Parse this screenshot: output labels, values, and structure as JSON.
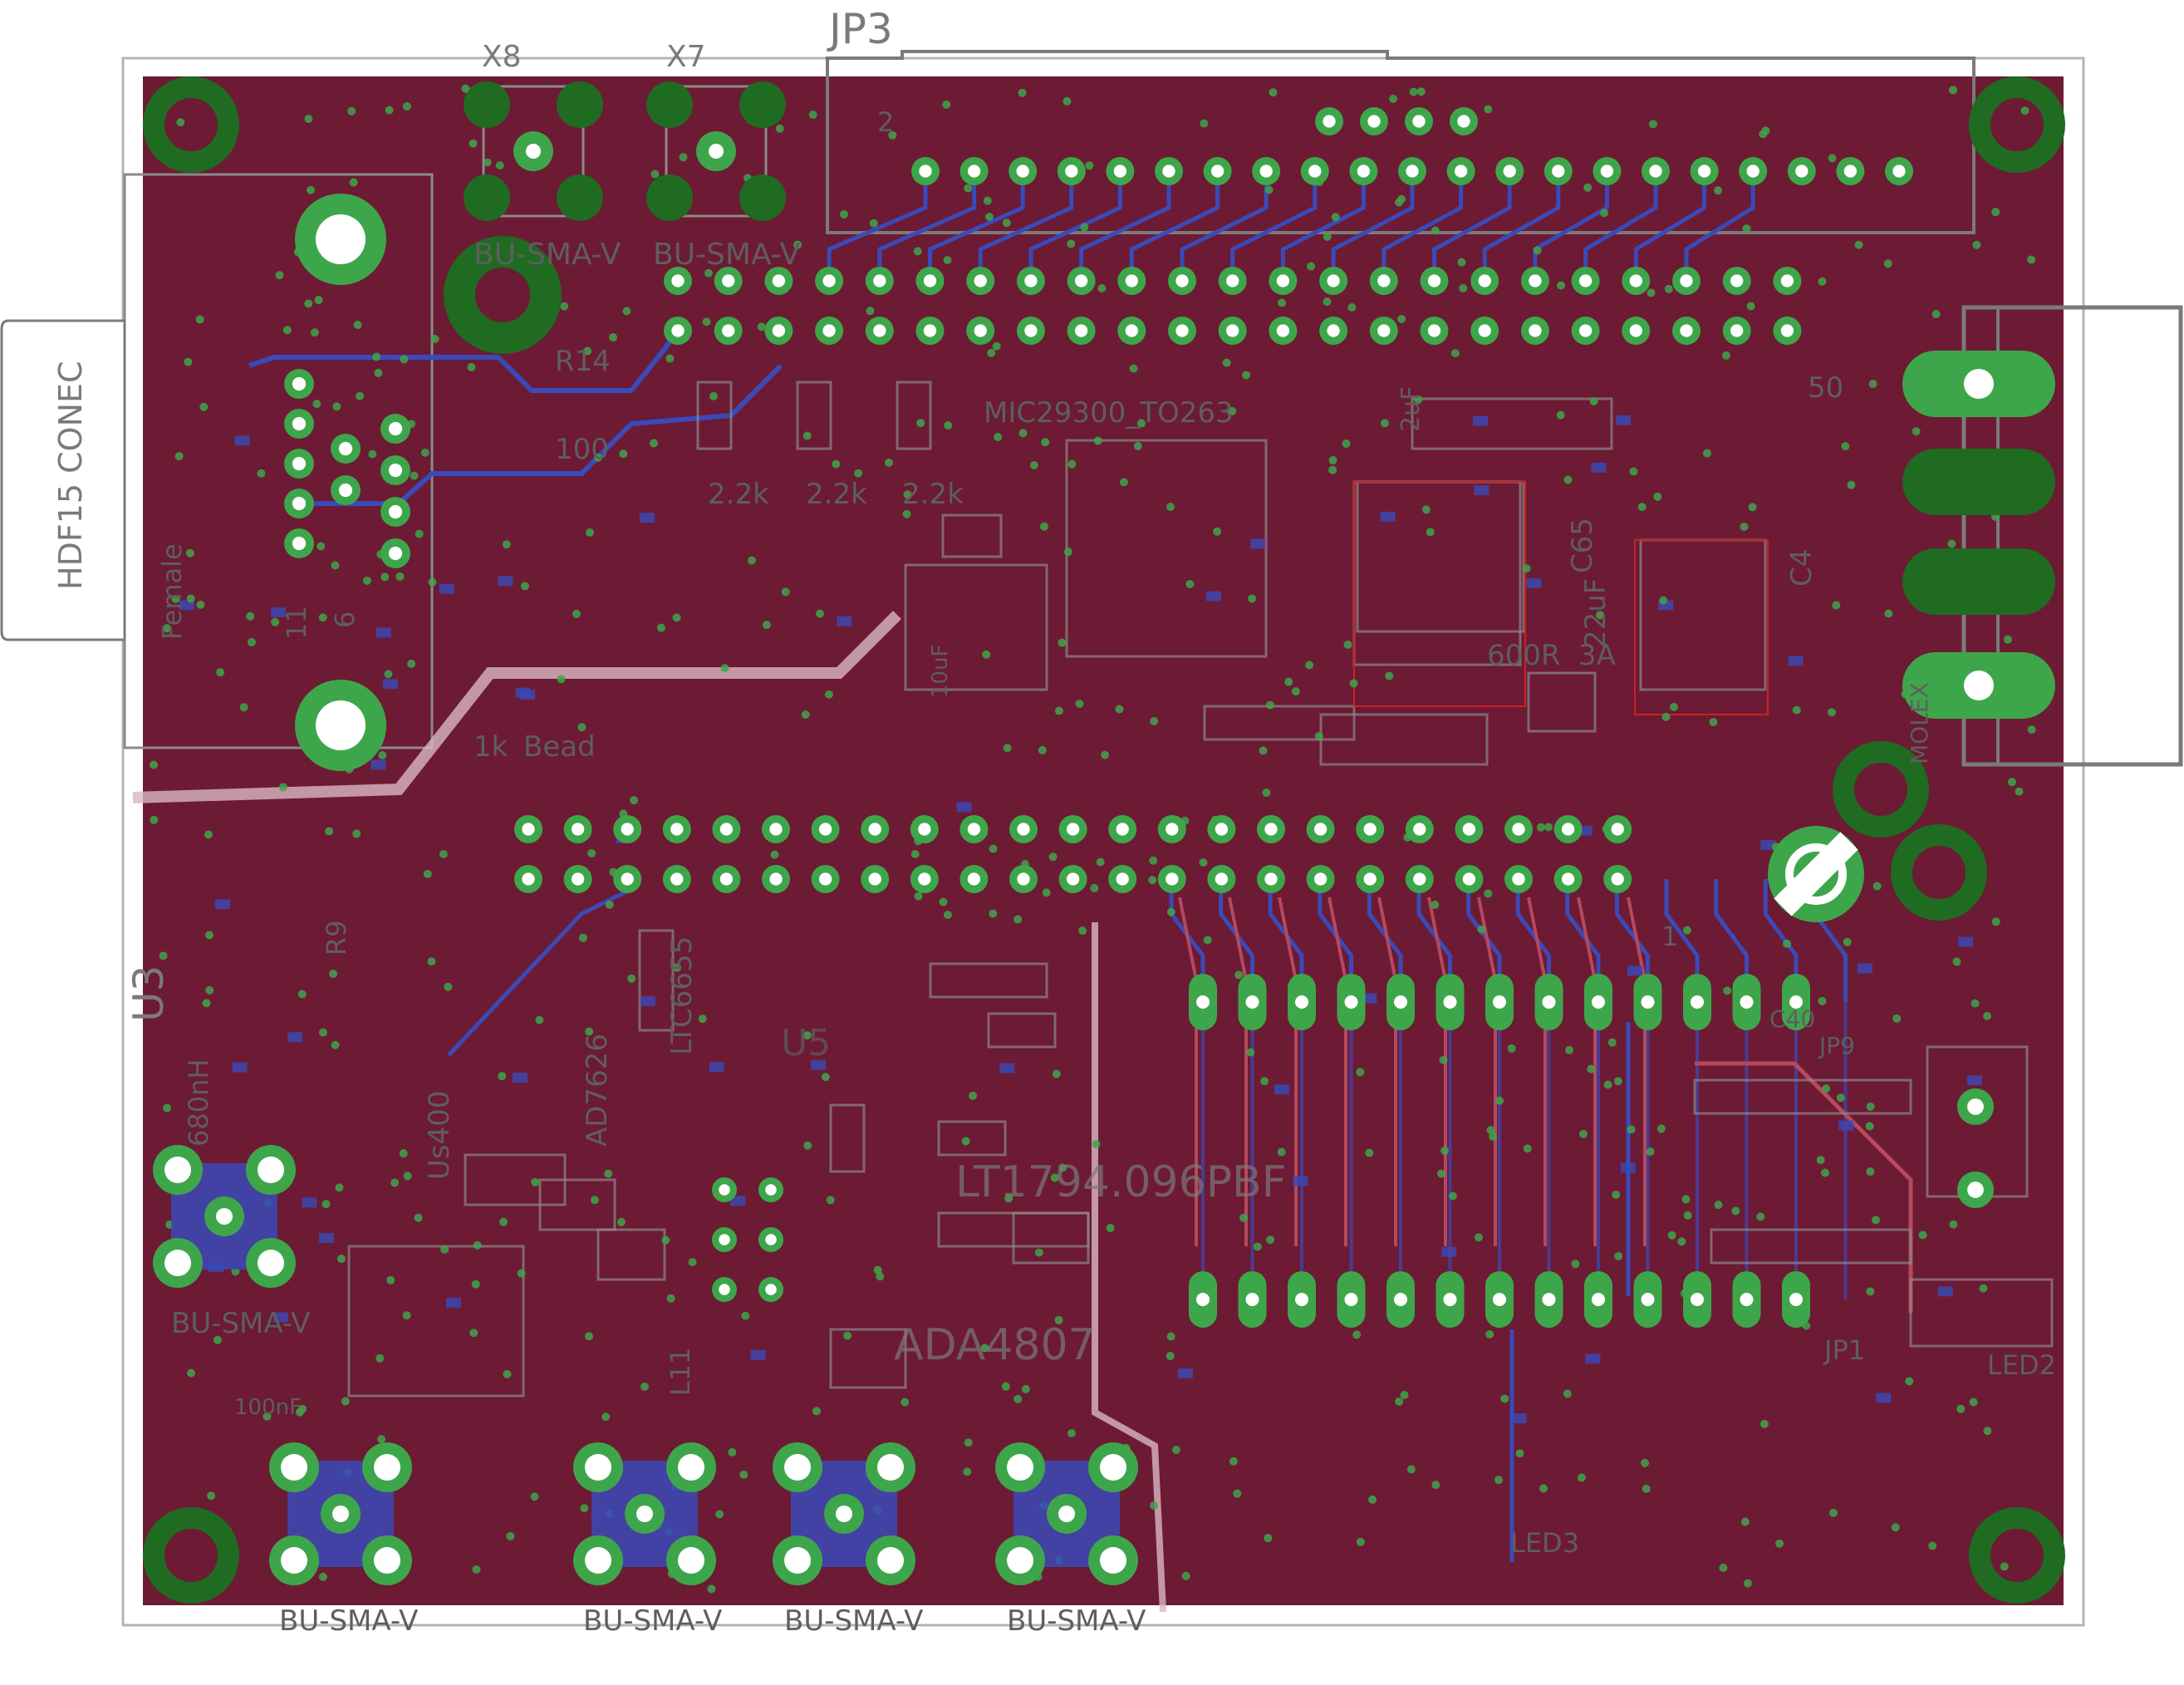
{
  "board": {
    "colors": {
      "background": "#ffffff",
      "outline": "#b4b4b4",
      "copper_top": "#6d1a34",
      "trace_bottom": "#3a4ab8",
      "trace_top": "#b44a5e",
      "pad": "#3ea64a",
      "pad_dark": "#1f6b21",
      "silk": "#8a8a8a",
      "silk_dark": "#5e5e5e",
      "hole": "#ffffff"
    }
  },
  "labels": {
    "jp3": "JP3",
    "x8": "X8",
    "x7": "X7",
    "x7_sub": "BU-SMA-V",
    "x8_sub": "BU-SMA-V",
    "conn_hdf15": "HDF15 CONEC",
    "female": "Female",
    "pin11": "11",
    "pin6": "6",
    "pin50": "50",
    "pin2": "2",
    "pin1": "1",
    "r14": "R14",
    "r_100": "100",
    "r_2k2_a": "2.2k",
    "r_2k2_b": "2.2k",
    "r_2k2_c": "2.2k",
    "mic": "MIC29300_TO263",
    "c65": "C65",
    "c65_val": "22uF",
    "c4": "C4",
    "res_600": "600R",
    "res_3a": "3A",
    "c_2uf": "2uF",
    "u3": "U3",
    "l_1k": "1k",
    "bead": "Bead",
    "ad_part": "AD7626",
    "ltc": "LTC6655",
    "ref_part": "LT1794.096PBF",
    "ad4807": "ADA4807",
    "us400": "Us400",
    "led2": "LED2",
    "led3": "LED3",
    "jp1": "JP1",
    "jp9": "JP9",
    "c40": "C40",
    "u5": "U5",
    "inductor": "680nH",
    "sma_left": "BU-SMA-V",
    "sma_1": "BU-SMA-V",
    "sma_2": "BU-SMA-V",
    "sma_3": "BU-SMA-V",
    "sma_4": "BU-SMA-V",
    "mol": "MOLEX",
    "l11": "L11",
    "r9": "R9",
    "c_100nf": "100nF",
    "c_10uf": "10uF"
  }
}
